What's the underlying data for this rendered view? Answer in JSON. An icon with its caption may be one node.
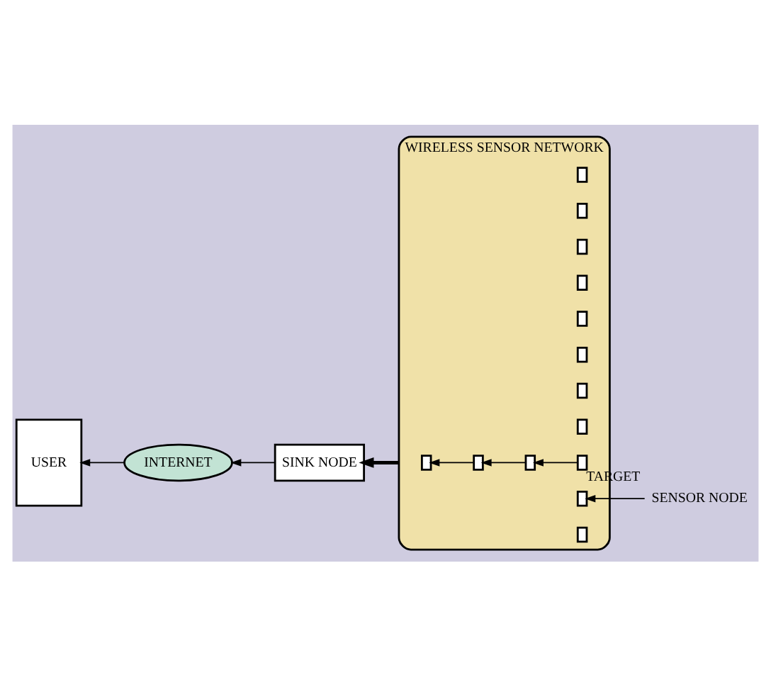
{
  "diagram": {
    "nodes": [
      {
        "text": [
          "INTERNET"
        ]
      },
      {
        "text": [
          "USER"
        ]
      },
      {
        "text": [
          "SINK NODE"
        ]
      },
      {
        "text": [
          "WIRELESS SENSOR NETWORK"
        ]
      },
      {
        "text": [],
        "shape": "box",
        "in": 3
      },
      {
        "text": [],
        "shape": "box",
        "in": 3
      },
      {
        "text": [],
        "shape": "box",
        "in": 3
      },
      {
        "text": [],
        "shape": "box",
        "in": 3
      },
      {
        "text": [],
        "shape": "box",
        "in": 3
      },
      {
        "text": [],
        "shape": "box",
        "in": 3
      },
      {
        "text": [],
        "shape": "box",
        "in": 3
      },
      {
        "text": [],
        "shape": "box",
        "in": 3
      },
      {
        "text": [],
        "shape": "box",
        "in": 3
      },
      {
        "text": [],
        "shape": "box",
        "in": 3
      },
      {
        "text": [],
        "shape": "box",
        "in": 3
      },
      {
        "text": [],
        "shape": "box",
        "in": 3,
        "beside": [
          "TARGET"
        ]
      },
      {
        "text": [],
        "shape": "box",
        "in": 3
      },
      {
        "text": [],
        "shape": "box",
        "in": 3
      },
      {
        "text": [
          "SENSOR NODE"
        ]
      }
    ],
    "edges": [
      {
        "from": 0,
        "to": 1,
        "arrow": "to"
      },
      {
        "from": 2,
        "to": 0,
        "arrow": "to"
      },
      {
        "from": 3,
        "to": 2,
        "arrow": "to",
        "style": "thick"
      },
      {
        "from": 15,
        "to": 13,
        "arrow": "to"
      },
      {
        "from": 13,
        "to": 9,
        "arrow": "to"
      },
      {
        "from": 9,
        "to": 4,
        "arrow": "to"
      },
      {
        "from": 18,
        "to": 16,
        "arrow": "to"
      }
    ]
  }
}
